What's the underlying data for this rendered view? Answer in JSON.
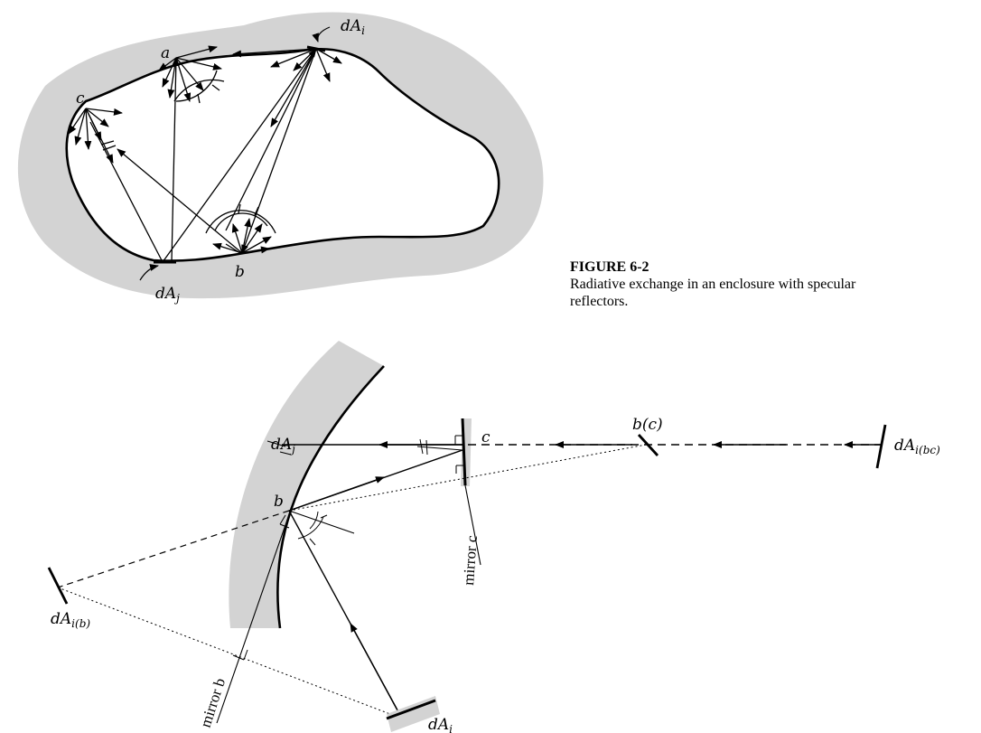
{
  "figure": {
    "number": "FIGURE 6-2",
    "caption_line1": "Radiative exchange in an enclosure with specular",
    "caption_line2": "reflectors."
  },
  "top_diagram": {
    "labels": {
      "a": "a",
      "b": "b",
      "c": "c",
      "dAi": "dA",
      "dAi_sub": "i",
      "dAj": "dA",
      "dAj_sub": "j"
    }
  },
  "bottom_diagram": {
    "labels": {
      "dAj": "dA",
      "dAj_sub": "j",
      "b": "b",
      "c": "c",
      "bc": "b(c)",
      "dAibc": "dA",
      "dAibc_sub": "i(bc)",
      "dAib": "dA",
      "dAib_sub": "i(b)",
      "dAi": "dA",
      "dAi_sub": "i",
      "mirror_b": "mirror b",
      "mirror_c": "mirror c"
    }
  },
  "colors": {
    "shade": "#d3d3d3",
    "ink": "#000000"
  }
}
